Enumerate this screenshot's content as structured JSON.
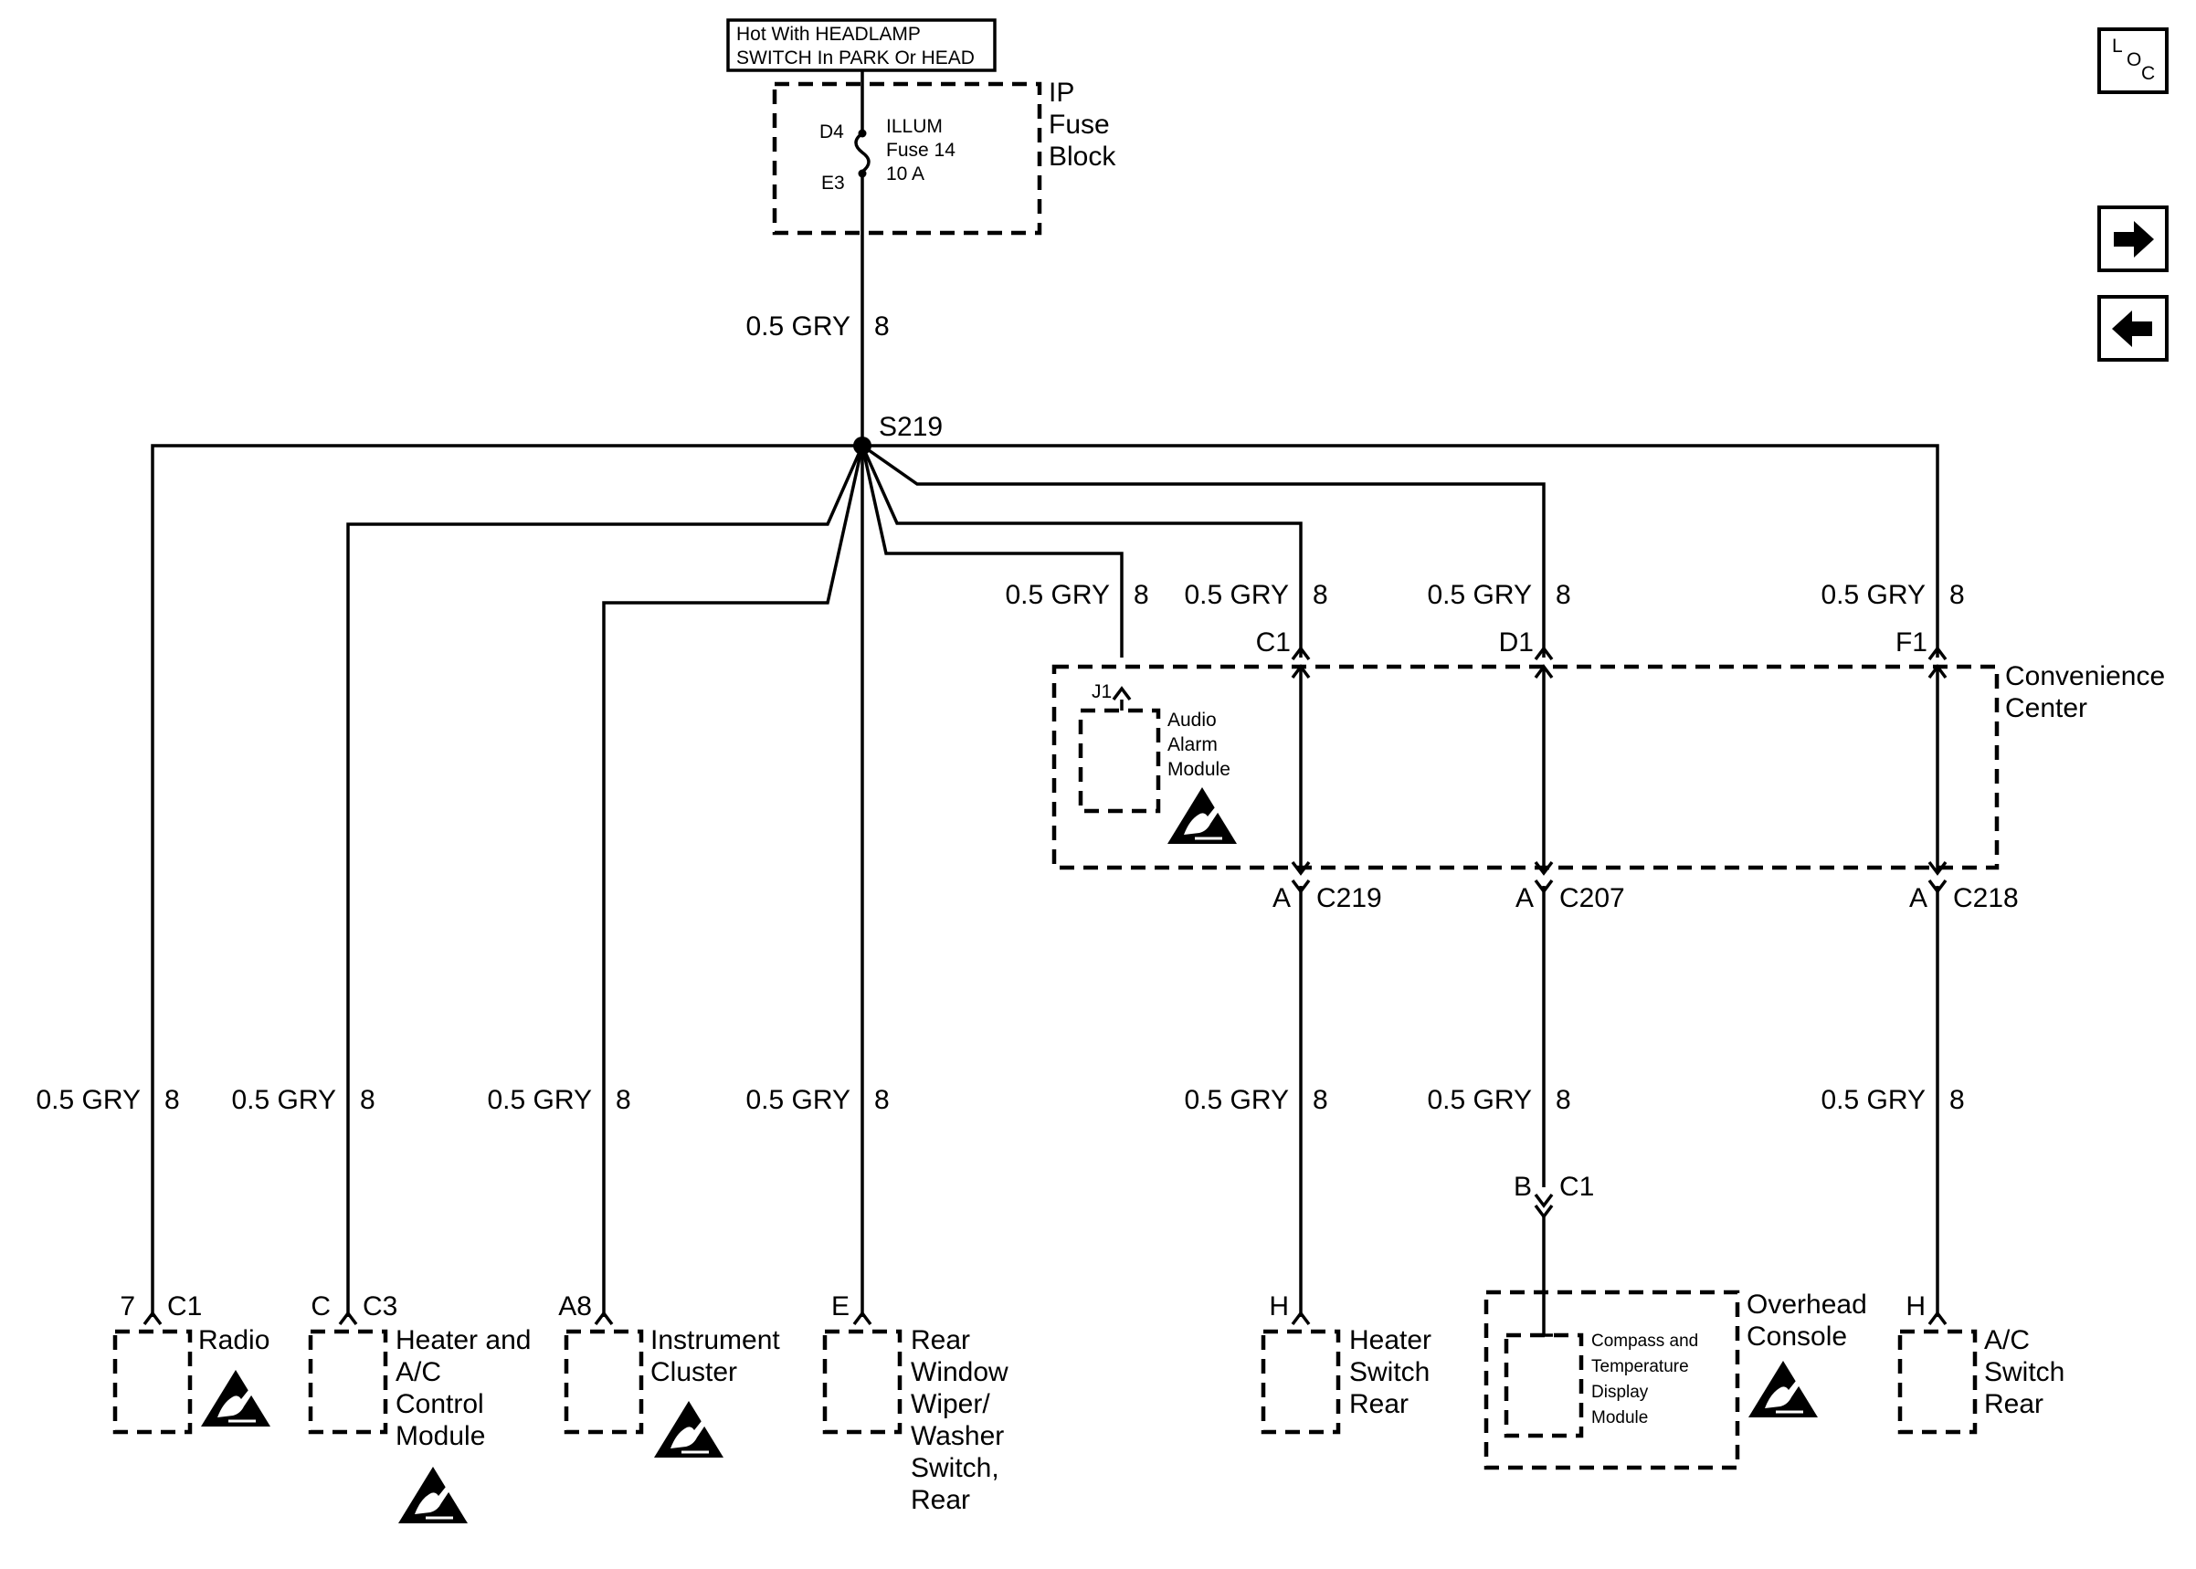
{
  "power_source": {
    "line1": "Hot With HEADLAMP",
    "line2": "SWITCH In PARK Or HEAD"
  },
  "fuse_block": {
    "title_lines": [
      "IP",
      "Fuse",
      "Block"
    ],
    "pin_top": "D4",
    "pin_bottom": "E3",
    "fuse_lines": [
      "ILLUM",
      "Fuse 14",
      "10 A"
    ]
  },
  "splice": "S219",
  "wire": {
    "size_color": "0.5 GRY",
    "circuit": "8"
  },
  "convenience_center": {
    "title_lines": [
      "Convenience",
      "Center"
    ],
    "audio_alarm": {
      "pin": "J1",
      "lines": [
        "Audio",
        "Alarm",
        "Module"
      ]
    },
    "pins_top": [
      "C1",
      "D1",
      "F1"
    ],
    "connector_pin": "A",
    "connectors_bottom": [
      "C219",
      "C207",
      "C218"
    ]
  },
  "components": {
    "radio": {
      "pin": "7",
      "connector": "C1",
      "lines": [
        "Radio"
      ]
    },
    "hvac": {
      "pin": "C",
      "connector": "C3",
      "lines": [
        "Heater and",
        "A/C",
        "Control",
        "Module"
      ]
    },
    "cluster": {
      "pin": "A8",
      "lines": [
        "Instrument",
        "Cluster"
      ]
    },
    "rear_wiper": {
      "pin": "E",
      "lines": [
        "Rear",
        "Window",
        "Wiper/",
        "Washer",
        "Switch,",
        "Rear"
      ]
    },
    "heater_switch": {
      "pin": "H",
      "lines": [
        "Heater",
        "Switch",
        "Rear"
      ]
    },
    "overhead": {
      "connector_pin": "B",
      "connector": "C1",
      "title_lines": [
        "Overhead",
        "Console"
      ],
      "module_lines": [
        "Compass and",
        "Temperature",
        "Display",
        "Module"
      ]
    },
    "ac_switch": {
      "pin": "H",
      "lines": [
        "A/C",
        "Switch",
        "Rear"
      ]
    }
  },
  "nav": {
    "loc_label": "LOC",
    "forward_icon": "right-arrow-icon",
    "back_icon": "left-arrow-icon"
  }
}
